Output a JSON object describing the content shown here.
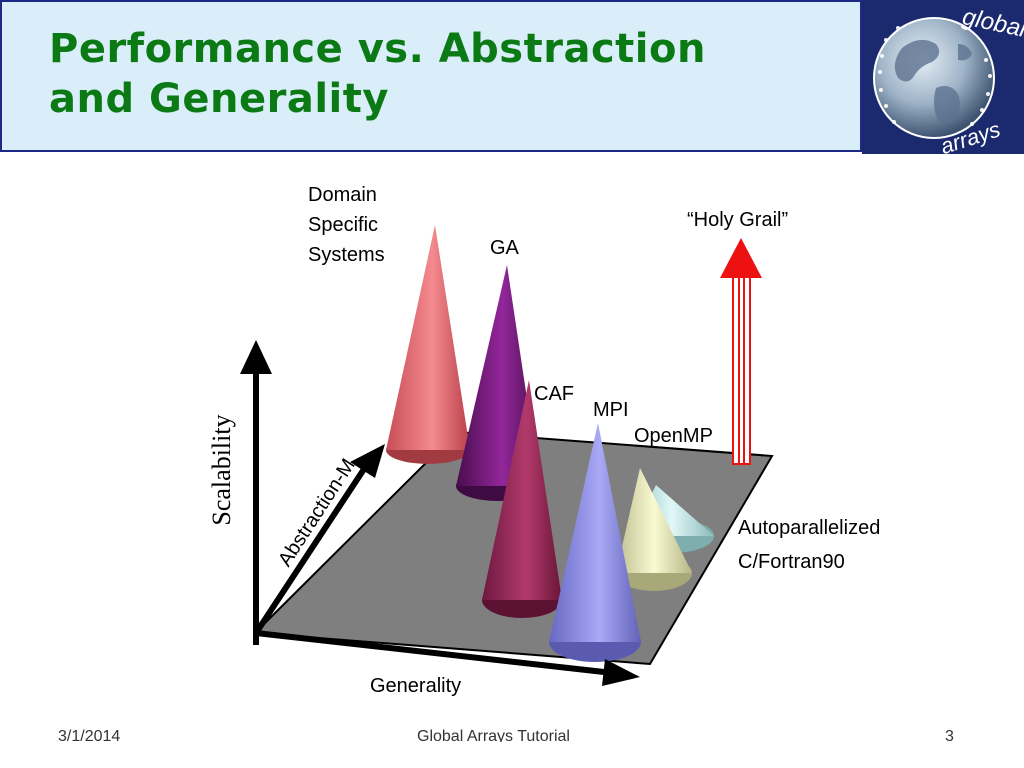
{
  "slide": {
    "title_line1": "Performance vs. Abstraction",
    "title_line2": "and Generality"
  },
  "logo": {
    "text_top": "global",
    "text_bottom": "arrays"
  },
  "diagram": {
    "axis_y_label": "Scalability",
    "axis_x_label": "Generality",
    "axis_diag_label": "Abstraction-M",
    "cones": [
      {
        "label_lines": [
          "Domain",
          "Specific",
          "Systems"
        ],
        "color": "#e8757a"
      },
      {
        "label": "GA",
        "color": "#7a1a7e"
      },
      {
        "label": "CAF",
        "color": "#992a5a"
      },
      {
        "label": "MPI",
        "color": "#8a8ae8"
      },
      {
        "label": "OpenMP",
        "color": "#eeeebc"
      },
      {
        "label": "Autoparallelized C/Fortran90",
        "label_lines": [
          "Autoparallelized",
          "C/Fortran90"
        ],
        "color": "#c4ecec"
      }
    ],
    "arrow_label": "“Holy Grail”",
    "arrow_color": "#ee1111",
    "plane_color": "#808080"
  },
  "footer": {
    "date": "3/1/2014",
    "center": "Global Arrays Tutorial",
    "page": "3"
  }
}
